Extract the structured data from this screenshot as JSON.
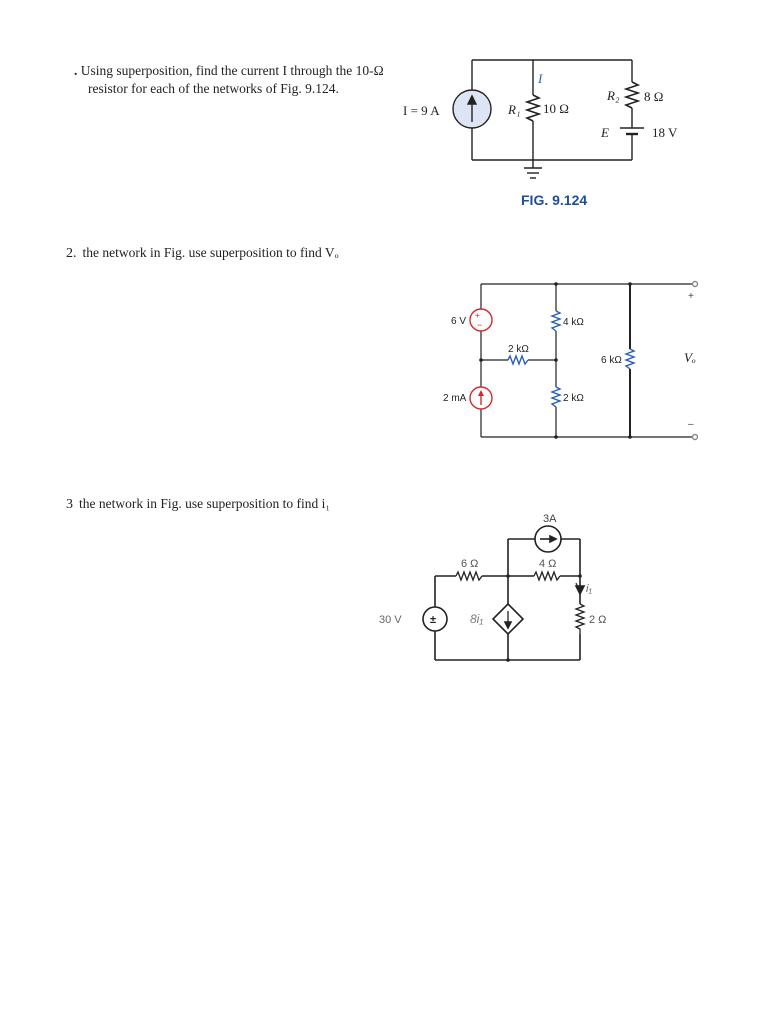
{
  "problem1": {
    "number": ".",
    "line1": "Using superposition, find the current I through the 10-Ω",
    "line2": "resistor for each of the networks of Fig. 9.124.",
    "figure": {
      "source_label": "I = 9 A",
      "current_label": "I",
      "r1_label": "R₁",
      "r1_value": "10 Ω",
      "r2_label": "R₂",
      "r2_value": "8 Ω",
      "e_label": "E",
      "e_value": "18 V",
      "caption": "FIG. 9.124"
    }
  },
  "problem2": {
    "number": "2.",
    "text": "the network in Fig.  use superposition to find Vₒ",
    "figure": {
      "vsrc_label": "6 V",
      "isrc_label": "2 mA",
      "r_4k": "4 kΩ",
      "r_2k_mid": "2 kΩ",
      "r_2k_bot": "2 kΩ",
      "r_6k": "6 kΩ",
      "out_label": "Vₒ",
      "plus": "+",
      "minus": "–"
    }
  },
  "problem3": {
    "number": "3",
    "text": "the network in Fig.  use superposition to find i₁",
    "figure": {
      "isrc_label": "3A",
      "r6_label": "6 Ω",
      "r4_label": "4 Ω",
      "r2_label": "2 Ω",
      "vsrc_label": "30 V",
      "dep_label": "8i₁",
      "i1_label": "i₁"
    }
  },
  "colors": {
    "blue_caption": "#1f4e9c",
    "source_fill": "#dde4f3",
    "red_source": "#d42a2a",
    "blue_resistor": "#2a5fb5"
  }
}
